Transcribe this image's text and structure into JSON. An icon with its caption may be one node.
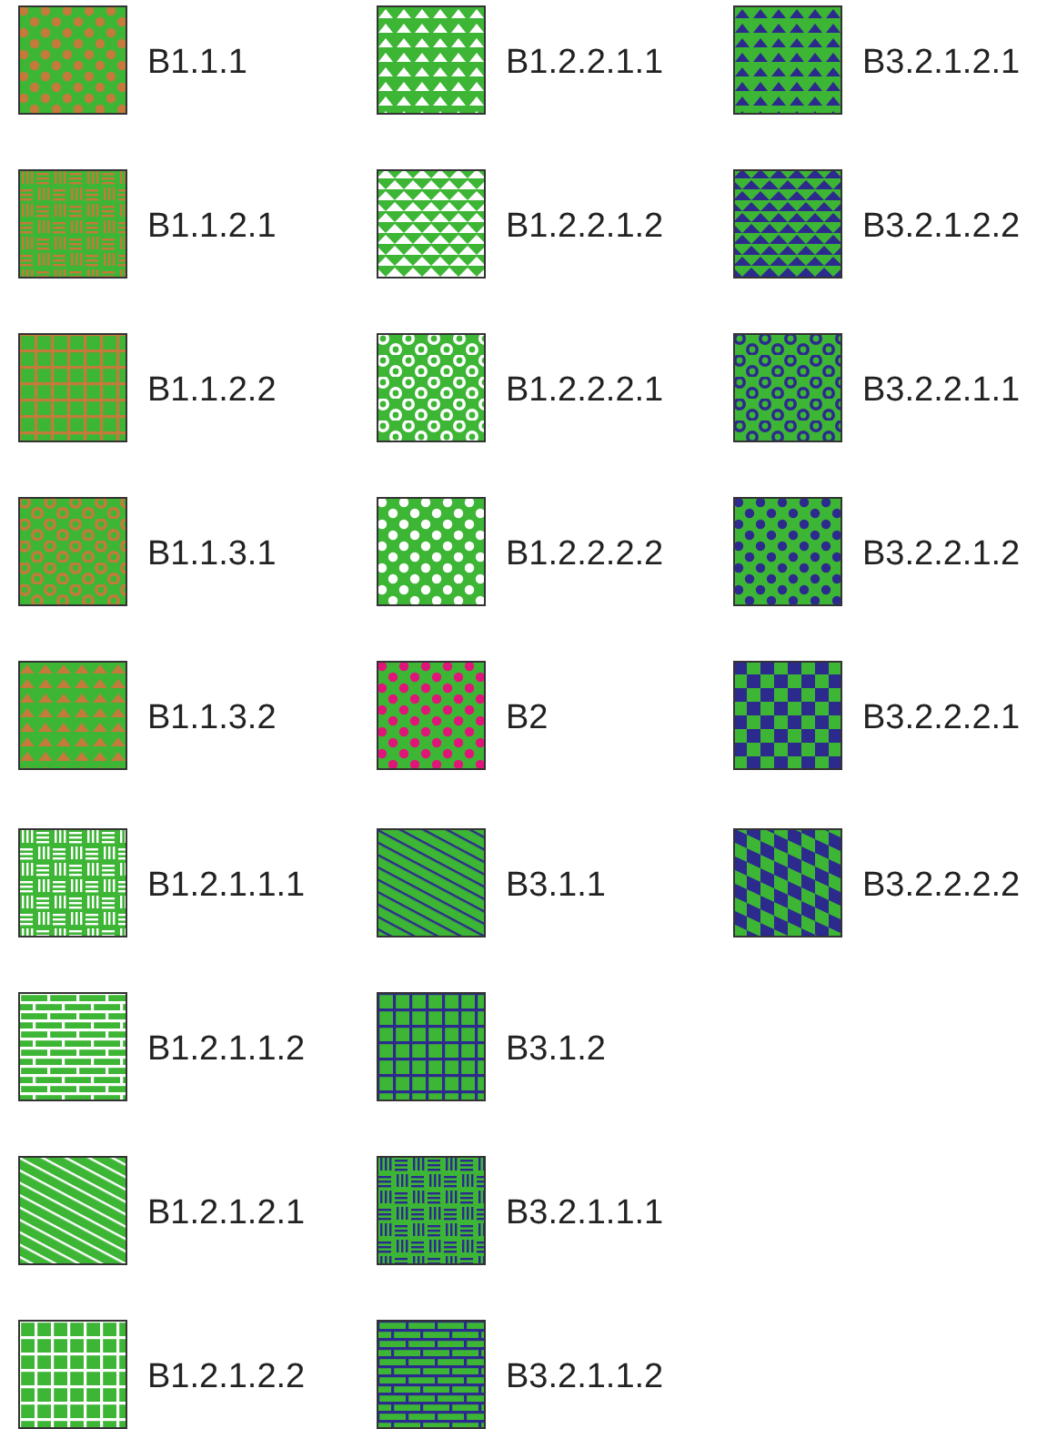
{
  "diagram": {
    "legend": [
      {
        "text": "B1.1.1"
      },
      {
        "text": "B1.1.2.1"
      },
      {
        "text": "B1.1.2.2"
      },
      {
        "text": "B1.1.3.1"
      },
      {
        "text": "B1.1.3.2"
      },
      {
        "text": "B1.2.1.1.1"
      },
      {
        "text": "B1.2.1.1.2"
      },
      {
        "text": "B1.2.1.2.1"
      },
      {
        "text": "B1.2.1.2.2"
      },
      {
        "text": "B1.2.2.1.1"
      },
      {
        "text": "B1.2.2.1.2"
      },
      {
        "text": "B1.2.2.2.1"
      },
      {
        "text": "B1.2.2.2.2"
      },
      {
        "text": "B2"
      },
      {
        "text": "B3.1.1"
      },
      {
        "text": "B3.1.2"
      },
      {
        "text": "B3.2.1.1.1"
      },
      {
        "text": "B3.2.1.1.2"
      },
      {
        "text": "B3.2.1.2.1"
      },
      {
        "text": "B3.2.1.2.2"
      },
      {
        "text": "B3.2.2.1.1"
      },
      {
        "text": "B3.2.2.1.2"
      },
      {
        "text": "B3.2.2.2.1"
      },
      {
        "text": "B3.2.2.2.2"
      }
    ]
  }
}
